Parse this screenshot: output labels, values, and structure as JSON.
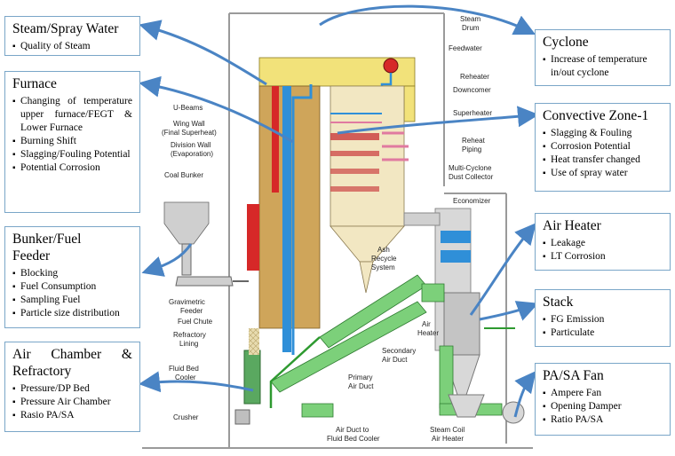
{
  "boxes": {
    "steam_spray": {
      "title": "Steam/Spray Water",
      "items": [
        "Quality of Steam"
      ]
    },
    "furnace": {
      "title": "Furnace",
      "items": [
        "Changing of temperature upper furnace/FEGT & Lower Furnace",
        "Burning Shift",
        "Slagging/Fouling Potential",
        "Potential Corrosion"
      ]
    },
    "bunker": {
      "title_line1": "Bunker/Fuel",
      "title_line2": "Feeder",
      "items": [
        "Blocking",
        "Fuel Consumption",
        "Sampling Fuel",
        "Particle size distribution"
      ]
    },
    "air_chamber": {
      "title_line1": "Air Chamber &",
      "title_line2": "Refractory",
      "items": [
        "Pressure/DP Bed",
        "Pressure Air Chamber",
        "Rasio PA/SA"
      ]
    },
    "cyclone": {
      "title": "Cyclone",
      "items": [
        "Increase of temperature in/out cyclone"
      ]
    },
    "convective": {
      "title": "Convective Zone-1",
      "items": [
        "Slagging & Fouling",
        "Corrosion Potential",
        "Heat transfer changed",
        "Use of spray water"
      ]
    },
    "air_heater": {
      "title": "Air Heater",
      "items": [
        "Leakage",
        "LT Corrosion"
      ]
    },
    "stack": {
      "title": "Stack",
      "items": [
        "FG Emission",
        "Particulate"
      ]
    },
    "pasa_fan": {
      "title": "PA/SA Fan",
      "items": [
        "Ampere Fan",
        "Opening Damper",
        "Ratio PA/SA"
      ]
    }
  },
  "labels": {
    "steam_drum_1": "Steam",
    "steam_drum_2": "Drum",
    "feedwater": "Feedwater",
    "reheater": "Reheater",
    "downcomer": "Downcomer",
    "superheater": "Superheater",
    "reheat_1": "Reheat",
    "reheat_2": "Piping",
    "multicyclone_1": "Multi-Cyclone",
    "multicyclone_2": "Dust Collector",
    "economizer": "Economizer",
    "ubeams": "U-Beams",
    "wingwall_1": "Wing Wall",
    "wingwall_2": "(Final Superheat)",
    "division_1": "Division Wall",
    "division_2": "(Evaporation)",
    "coal_bunker": "Coal Bunker",
    "ash_1": "Ash",
    "ash_2": "Recycle",
    "ash_3": "System",
    "gravimetric_1": "Gravimetric",
    "gravimetric_2": "Feeder",
    "fuel_chute": "Fuel Chute",
    "refractory_1": "Refractory",
    "refractory_2": "Lining",
    "airheater_1": "Air",
    "airheater_2": "Heater",
    "secondary_1": "Secondary",
    "secondary_2": "Air Duct",
    "fluidbed_1": "Fluid Bed",
    "fluidbed_2": "Cooler",
    "primary_1": "Primary",
    "primary_2": "Air Duct",
    "crusher": "Crusher",
    "airduct_1": "Air Duct to",
    "airduct_2": "Fluid Bed Cooler",
    "steamcoil_1": "Steam Coil",
    "steamcoil_2": "Air Heater"
  },
  "colors": {
    "arrow_blue": "#4a84c4",
    "box_border": "#7aa6c8",
    "furnace_tan": "#cfa55a",
    "water_blue": "#2f8fd8",
    "burner_red": "#d62828",
    "duct_green": "#7cd07a",
    "yellow": "#f2e27a",
    "cream": "#f2e7c2",
    "gray": "#c4c4c4"
  }
}
